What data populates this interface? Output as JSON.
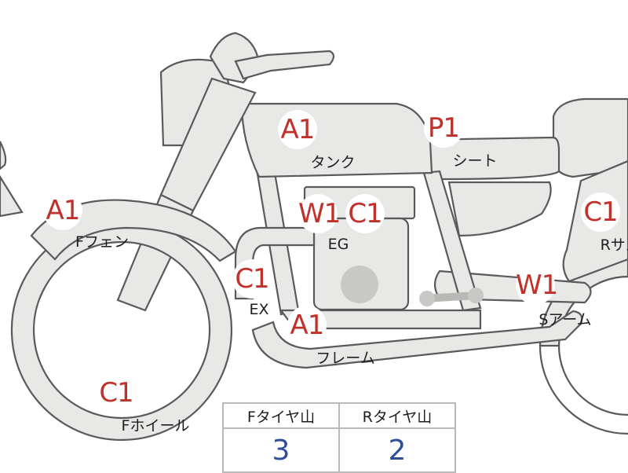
{
  "badges": [
    {
      "code": "A1",
      "label": "タンク"
    },
    {
      "code": "P1",
      "label": "シート"
    },
    {
      "code": "A1",
      "label": "Fフェン"
    },
    {
      "code": "W1",
      "label": ""
    },
    {
      "code": "C1",
      "label": "EG"
    },
    {
      "code": "C1",
      "label": "Rサス"
    },
    {
      "code": "C1",
      "label": "EX"
    },
    {
      "code": "W1",
      "label": "Sアーム"
    },
    {
      "code": "A1",
      "label": "フレーム"
    },
    {
      "code": "C1",
      "label": "Fホイール"
    }
  ],
  "tire_table": {
    "headers": [
      "Fタイヤ山",
      "Rタイヤ山"
    ],
    "values": [
      "3",
      "2"
    ]
  },
  "colors": {
    "badge_text": "#c0312b",
    "table_value": "#2d4e9a",
    "part_fill": "#e8e8e6",
    "outline": "#5a5a5a"
  }
}
